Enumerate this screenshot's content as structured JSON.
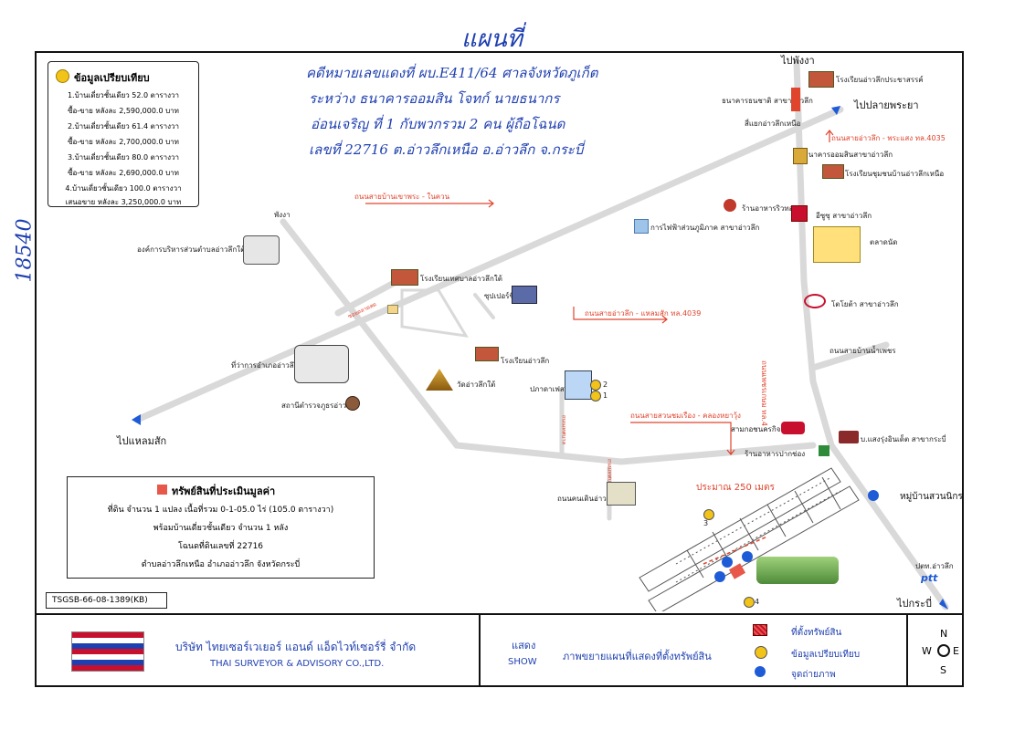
{
  "handwritten": {
    "title": "แผนที่",
    "side_number": "18540",
    "note_lines": [
      "คดีหมายเลขแดงที่ ผบ.E411/64 ศาลจังหวัดภูเก็ต",
      "ระหว่าง ธนาคารออมสิน โจทก์ นายธนากร",
      "อ่อนเจริญ ที่ 1 กับพวกรวม 2 คน ผู้ถือโฉนด",
      "เลขที่ 22716 ต.อ่าวลึกเหนือ อ.อ่าวลึก จ.กระบี่"
    ]
  },
  "comparison_box": {
    "title": "ข้อมูลเปรียบเทียบ",
    "lines": [
      "1.บ้านเดี่ยวชั้นเดียว 52.0 ตารางวา",
      "ซื้อ-ขาย หลังละ 2,590,000.0 บาท",
      "2.บ้านเดี่ยวชั้นเดียว 61.4 ตารางวา",
      "ซื้อ-ขาย หลังละ 2,700,000.0 บาท",
      "3.บ้านเดี่ยวชั้นเดียว 80.0 ตารางวา",
      "ซื้อ-ขาย หลังละ 2,690,000.0 บาท",
      "4.บ้านเดี่ยวชั้นเดียว 100.0 ตารางวา",
      "เสนอขาย หลังละ 3,250,000.0 บาท"
    ]
  },
  "property_box": {
    "title": "ทรัพย์สินที่ประเมินมูลค่า",
    "line1": "ที่ดิน จำนวน 1 แปลง เนื้อที่รวม 0-1-05.0 ไร่ (105.0 ตารางวา)",
    "line2": "พร้อมบ้านเดี่ยวชั้นเดียว จำนวน 1 หลัง",
    "line3": "โฉนดที่ดินเลขที่ 22716",
    "line4": "ตำบลอ่าวลึกเหนือ อำเภออ่าวลึก จังหวัดกระบี่"
  },
  "ref_code": "TSGSB-66-08-1389(KB)",
  "map_labels": {
    "to_phangnga_top": "ไปพังงา",
    "to_plai_phraya": "ไปปลายพระยา",
    "to_laem_sak": "ไปแหลมสัก",
    "to_krabi": "ไปกระบี่",
    "phangnga_small": "พังงา",
    "village": "หมู่บ้านสวนนิกร",
    "approx_distance": "ประมาณ 250 เมตร",
    "road_khao_phra": "ถนนสายบ้านเขาพระ - ในควน",
    "road_ao_luek_phrasaeng": "ถนนสายอ่าวลึก - พระแสง ทล.4035",
    "road_ao_luek_laem_sak": "ถนนสายอ่าวลึก - แหลมสัก ทล.4039",
    "road_suan_chom_rueang": "ถนนสายสวนชมเรือง - คลองหยาวุ้ง",
    "road_ban_nam_phet": "ถนนสายบ้านน้ำเพชร",
    "road_phetkasem": "ถนนเพชรเกษม ทล.4",
    "school_prachasan": "โรงเรียนอ่าวลึกประชาสรรค์",
    "bank_thanachart": "ธนาคารธนชาติ สาขาอ่าวลึก",
    "intersection_north": "สี่แยกอ่าวลึกเหนือ",
    "bank_gsb": "ธนาคารออมสินสาขาอ่าวลึก",
    "school_community": "โรงเรียนชุมชนบ้านอ่าวลึกเหนือ",
    "restaurant_riwthong": "ร้านอาหารริวทอง",
    "pea": "การไฟฟ้าส่วนภูมิภาค สาขาอ่าวลึก",
    "isuzu": "อีซูซุ สาขาอ่าวลึก",
    "market": "ตลาดนัด",
    "tao": "องค์การบริหารส่วนตำบลอ่าวลึกใต้",
    "school_thesaban": "โรงเรียนเทศบาลอ่าวลึกใต้",
    "supercheap": "ซุปเปอร์ชีพ",
    "toyota": "โตโยต้า สาขาอ่าวลึก",
    "district_office": "ที่ว่าการอำเภออ่าวลึก",
    "school_ao_luek": "โรงเรียนอ่าวลึก",
    "wat": "วัดอ่าวลึกใต้",
    "pakasit": "ปภาดาเฟส2",
    "police": "สถานีตำรวจภูธรอ่าวลึก",
    "sam_kok": "สามกอชนครกิจ",
    "bus": "บ.แสงรุ่งอินเด็ต สาขากระบี่",
    "restaurant_pak": "ร้านอาหารปากช่อง",
    "thanon_khon_doen": "ถนนคนเดินอ่าวลึก",
    "ptt": "ปตท.อ่าวลึก",
    "ptt_logo": "ptt",
    "mark1": "1",
    "mark2": "2",
    "mark3": "3",
    "mark4": "4",
    "side_road1": "ซอยตลาดสด",
    "side_road2": "ถนนเทศบาล",
    "side_road3": "ถนนเทศบาล"
  },
  "footer": {
    "company_th": "บริษัท ไทยเซอร์เวเยอร์ แอนด์ แอ็ดไวท์เซอร์รี่ จำกัด",
    "company_en": "THAI SURVEYOR & ADVISORY CO.,LTD.",
    "show_th": "แสดง",
    "show_en": "SHOW",
    "caption": "ภาพขยายแผนที่แสดงที่ตั้งทรัพย์สิน",
    "legend_property": "ที่ตั้งทรัพย์สิน",
    "legend_comparison": "ข้อมูลเปรียบเทียบ",
    "legend_photo": "จุดถ่ายภาพ",
    "compass_n": "N",
    "compass_s": "S",
    "compass_e": "E",
    "compass_w": "W"
  },
  "colors": {
    "road": "#d9d9d9",
    "road_label": "#e0442d",
    "property": "#e8584a",
    "comparison": "#f2c318",
    "photo": "#1e5bd6",
    "ink": "#1e3fb0"
  }
}
